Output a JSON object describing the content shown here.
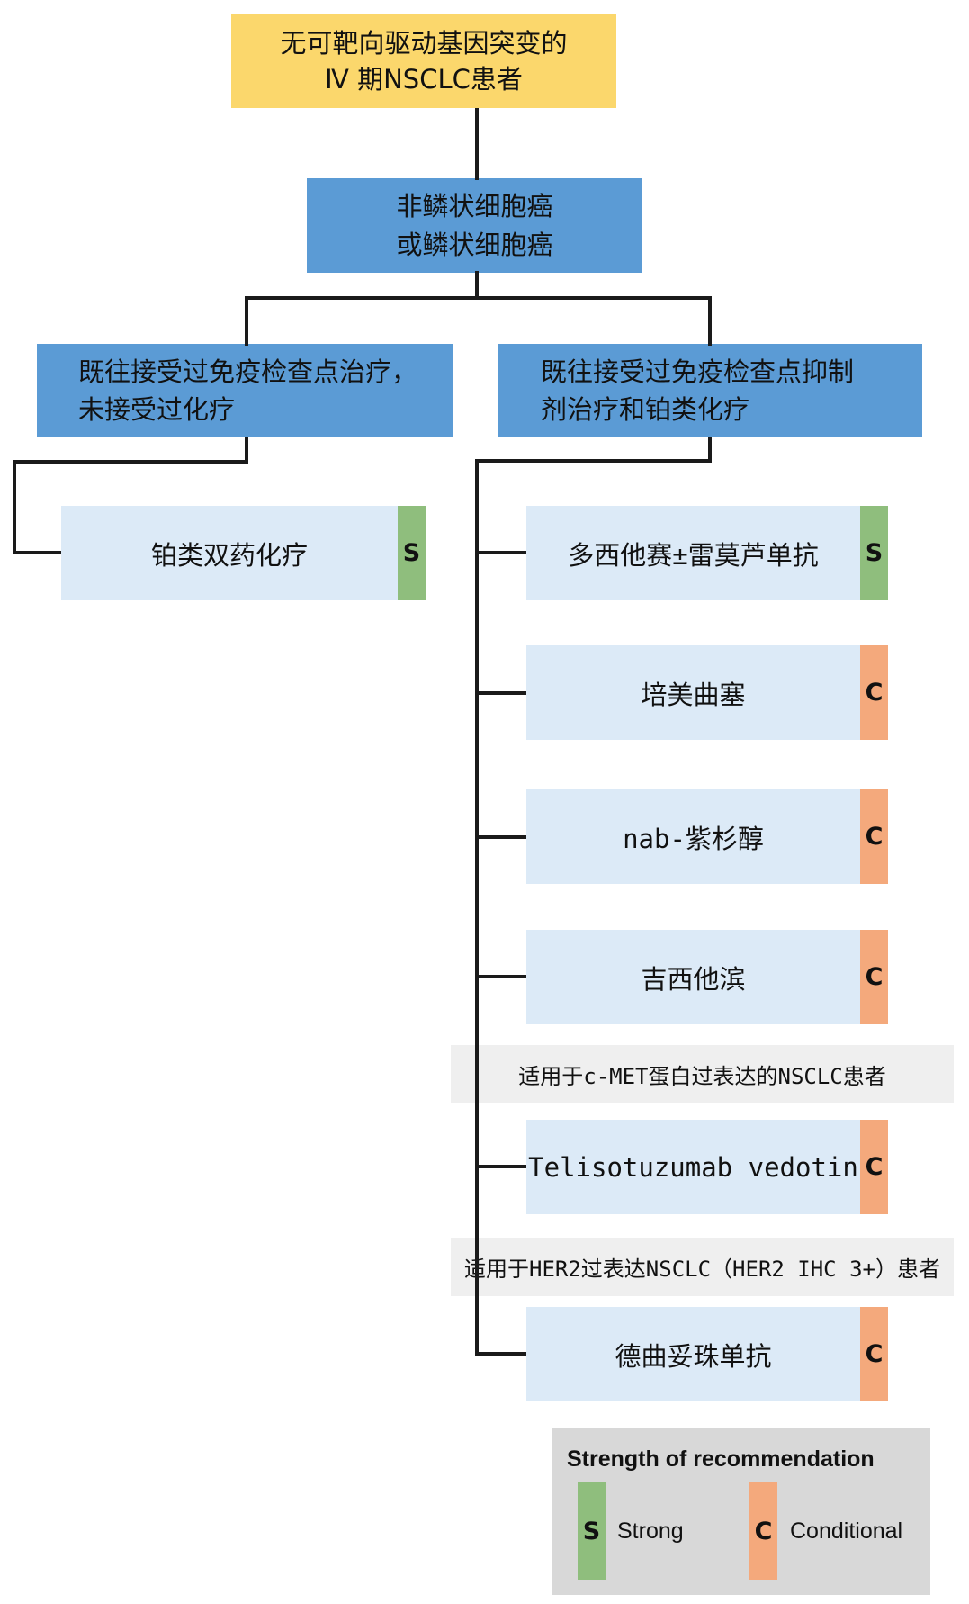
{
  "title": "NSCLC treatment recommendation flowchart",
  "palette": {
    "root_fill": "#fbd76c",
    "condition_fill": "#5b9bd5",
    "treatment_fill": "#dceaf7",
    "strong_green": "#8fbe7d",
    "conditional_orange": "#f4a97c",
    "note_gray": "#efefef",
    "legend_gray": "#d8d8d8",
    "line_black": "#1a1a1a"
  },
  "root_box": {
    "line1": "无可靶向驱动基因突变的",
    "line2": "Ⅳ 期NSCLC患者"
  },
  "histology_box": {
    "line1": "非鳞状细胞癌",
    "line2": "或鳞状细胞癌"
  },
  "branch_left": {
    "condition_line1": "既往接受过免疫检查点治疗，",
    "condition_line2": "未接受过化疗",
    "treatments": [
      {
        "name": "铂类双药化疗",
        "strength": "S"
      }
    ]
  },
  "branch_right": {
    "condition_line1": "既往接受过免疫检查点抑制",
    "condition_line2": "剂治疗和铂类化疗",
    "treatments": [
      {
        "name": "多西他赛±雷莫芦单抗",
        "strength": "S"
      },
      {
        "name": "培美曲塞",
        "strength": "C"
      },
      {
        "name": "nab-紫杉醇",
        "strength": "C"
      },
      {
        "name": "吉西他滨",
        "strength": "C"
      },
      {
        "name": "Telisotuzumab vedotin",
        "strength": "C"
      },
      {
        "name": "德曲妥珠单抗",
        "strength": "C"
      }
    ],
    "notes": [
      {
        "text": "适用于c-MET蛋白过表达的NSCLC患者"
      },
      {
        "text": "适用于HER2过表达NSCLC（HER2 IHC 3+）患者"
      }
    ]
  },
  "legend": {
    "title": "Strength of recommendation",
    "items": [
      {
        "code": "S",
        "label": "Strong",
        "color": "#8fbe7d"
      },
      {
        "code": "C",
        "label": "Conditional",
        "color": "#f4a97c"
      }
    ]
  }
}
